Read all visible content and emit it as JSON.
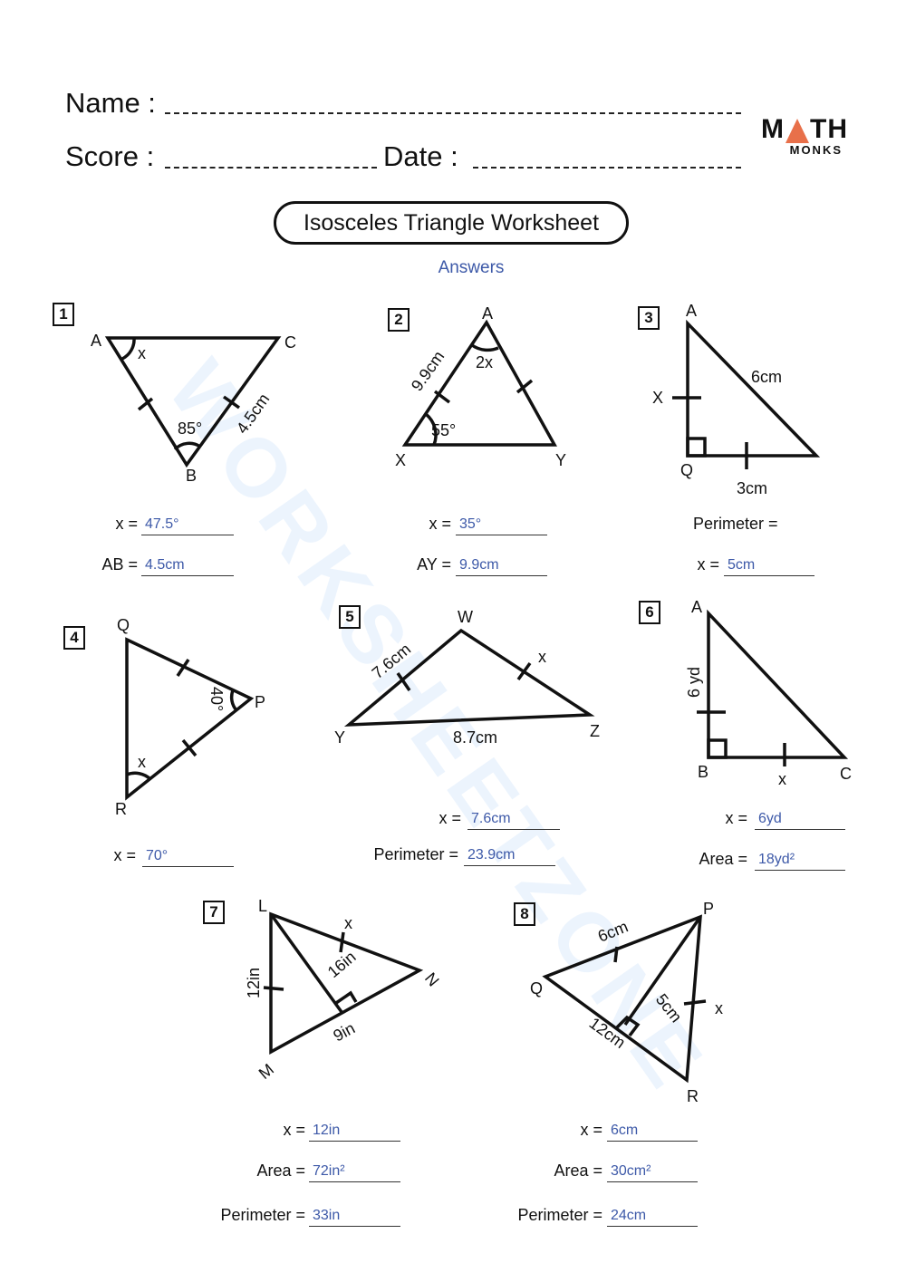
{
  "header": {
    "name_label": "Name :",
    "score_label": "Score :",
    "date_label": "Date :"
  },
  "logo": {
    "line1_left": "M",
    "line1_right": "TH",
    "line2": "MONKS",
    "accent_color": "#e8704a"
  },
  "title": "Isosceles Triangle Worksheet",
  "subtitle": "Answers",
  "watermark": "WORKSHEETZONE",
  "answer_color": "#3d59a8",
  "problems": [
    {
      "number": "1",
      "figure": {
        "vertices": [
          "A",
          "C",
          "B"
        ],
        "labels": [
          "x",
          "85°",
          "4.5cm"
        ]
      },
      "answers": [
        {
          "label": "x =",
          "value": "47.5°"
        },
        {
          "label": "AB =",
          "value": "4.5cm"
        }
      ]
    },
    {
      "number": "2",
      "figure": {
        "vertices": [
          "A",
          "X",
          "Y"
        ],
        "labels": [
          "2x",
          "9.9cm",
          "55°"
        ]
      },
      "answers": [
        {
          "label": "x =",
          "value": "35°"
        },
        {
          "label": "AY =",
          "value": "9.9cm"
        }
      ]
    },
    {
      "number": "3",
      "figure": {
        "vertices": [
          "A",
          "Q"
        ],
        "labels": [
          "X",
          "6cm",
          "3cm"
        ]
      },
      "answers": [
        {
          "label": "Perimeter =",
          "value": ""
        },
        {
          "label": "x =",
          "value": "5cm"
        }
      ]
    },
    {
      "number": "4",
      "figure": {
        "vertices": [
          "Q",
          "P",
          "R"
        ],
        "labels": [
          "40°",
          "x"
        ]
      },
      "answers": [
        {
          "label": "x =",
          "value": "70°"
        }
      ]
    },
    {
      "number": "5",
      "figure": {
        "vertices": [
          "W",
          "Y",
          "Z"
        ],
        "labels": [
          "7.6cm",
          "x",
          "8.7cm"
        ]
      },
      "answers": [
        {
          "label": "x =",
          "value": "7.6cm"
        },
        {
          "label": "Perimeter =",
          "value": "23.9cm"
        }
      ]
    },
    {
      "number": "6",
      "figure": {
        "vertices": [
          "A",
          "B",
          "C"
        ],
        "labels": [
          "6 yd",
          "x"
        ]
      },
      "answers": [
        {
          "label": "x =",
          "value": "6yd"
        },
        {
          "label": "Area =",
          "value": "18yd²"
        }
      ]
    },
    {
      "number": "7",
      "figure": {
        "vertices": [
          "L",
          "M",
          "N"
        ],
        "labels": [
          "x",
          "16in",
          "12in",
          "9in"
        ]
      },
      "answers": [
        {
          "label": "x =",
          "value": "12in"
        },
        {
          "label": "Area =",
          "value": "72in²"
        },
        {
          "label": "Perimeter =",
          "value": "33in"
        }
      ]
    },
    {
      "number": "8",
      "figure": {
        "vertices": [
          "P",
          "Q",
          "R"
        ],
        "labels": [
          "6cm",
          "5cm",
          "x",
          "12cm"
        ]
      },
      "answers": [
        {
          "label": "x =",
          "value": "6cm"
        },
        {
          "label": "Area =",
          "value": "30cm²"
        },
        {
          "label": "Perimeter =",
          "value": "24cm"
        }
      ]
    }
  ]
}
